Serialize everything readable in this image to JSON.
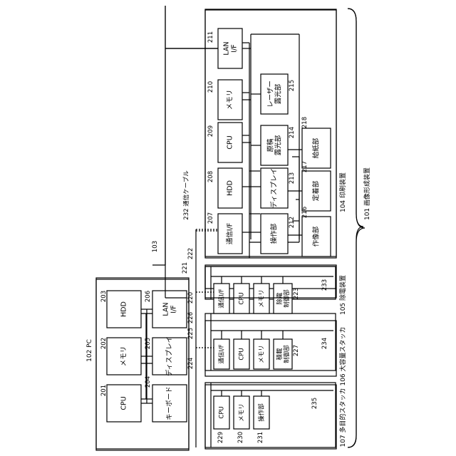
{
  "devices": {
    "printer": {
      "ref": "104 印刷装置"
    },
    "pc": {
      "ref": "102 PC"
    },
    "neutralizer": {
      "ref": "105 除電装置"
    },
    "stacker": {
      "ref": "106 大容量スタッカ"
    },
    "multipurpose": {
      "ref": "107 多目的スタッカ"
    },
    "system": {
      "ref": "101 画像形成装置"
    }
  },
  "lan": {
    "ref": "103"
  },
  "cable": {
    "ref": "232 通信ケーブル"
  },
  "units": {
    "lan_if_printer": {
      "label": "LAN\nI/F",
      "ref": "211"
    },
    "memory_printer": {
      "label": "メモリ",
      "ref": "210"
    },
    "cpu_printer": {
      "label": "CPU",
      "ref": "209"
    },
    "hdd_printer": {
      "label": "HDD",
      "ref": "208"
    },
    "comm_if_printer": {
      "label": "通信I/F",
      "ref": "207"
    },
    "laser_exposure": {
      "label": "レーザー\n露光部",
      "ref": "215"
    },
    "original_exposure": {
      "label": "原稿\n露光部",
      "ref": "214"
    },
    "display_printer": {
      "label": "ディスプレイ",
      "ref": "213"
    },
    "operation_printer": {
      "label": "操作部",
      "ref": "212"
    },
    "paper_feed": {
      "label": "給紙部",
      "ref": "218"
    },
    "fixing": {
      "label": "定着部",
      "ref": "217"
    },
    "developing": {
      "label": "作像部",
      "ref": "216"
    },
    "hdd_pc": {
      "label": "HDD",
      "ref": "203"
    },
    "memory_pc": {
      "label": "メモリ",
      "ref": "202"
    },
    "cpu_pc": {
      "label": "CPU",
      "ref": "201"
    },
    "lan_if_pc": {
      "label": "LAN\nI/F",
      "ref": "206"
    },
    "display_pc": {
      "label": "ディスプレイ",
      "ref": "205"
    },
    "keyboard_pc": {
      "label": "キーボード",
      "ref": "204"
    },
    "comm_if_neutralizer": {
      "label": "通信I/F",
      "ref": "220"
    },
    "cpu_neutralizer": {
      "label": "CPU",
      "ref": "221"
    },
    "memory_neutralizer": {
      "label": "メモリ",
      "ref": "222"
    },
    "neutralizer_control": {
      "label": "除電\n制御部",
      "ref": "223"
    },
    "comm_if_stacker": {
      "label": "通信I/F",
      "ref": "224"
    },
    "cpu_stacker": {
      "label": "CPU",
      "ref": "225"
    },
    "memory_stacker": {
      "label": "メモリ",
      "ref": "226"
    },
    "stacker_control": {
      "label": "積載\n制御部",
      "ref": "227"
    },
    "cpu_multi": {
      "label": "CPU",
      "ref": "229"
    },
    "memory_multi": {
      "label": "メモリ",
      "ref": "230"
    },
    "operation_multi": {
      "label": "操作部",
      "ref": "231"
    }
  },
  "buses": {
    "neutralizer_bus": {
      "ref": "233"
    },
    "stacker_bus": {
      "ref": "234"
    },
    "multipurpose_bus": {
      "ref": "235"
    }
  }
}
